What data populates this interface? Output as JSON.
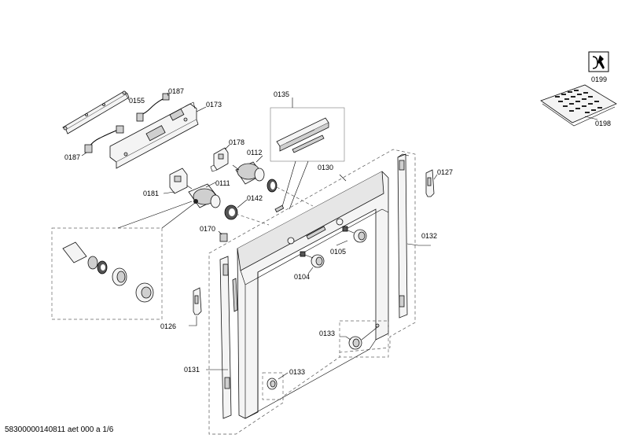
{
  "labels": {
    "p0199": "0199",
    "p0198": "0198",
    "p0187a": "0187",
    "p0187b": "0187",
    "p0155": "0155",
    "p0173": "0173",
    "p0135": "0135",
    "p0178": "0178",
    "p0112": "0112",
    "p0130": "0130",
    "p0127": "0127",
    "p0181": "0181",
    "p0111": "0111",
    "p0142": "0142",
    "p0170": "0170",
    "p0132": "0132",
    "p0105": "0105",
    "p0104": "0104",
    "p0126": "0126",
    "p0133a": "0133",
    "p0131": "0131",
    "p0133b": "0133"
  },
  "footer": "58300000140811 aet 000 a 1/6"
}
